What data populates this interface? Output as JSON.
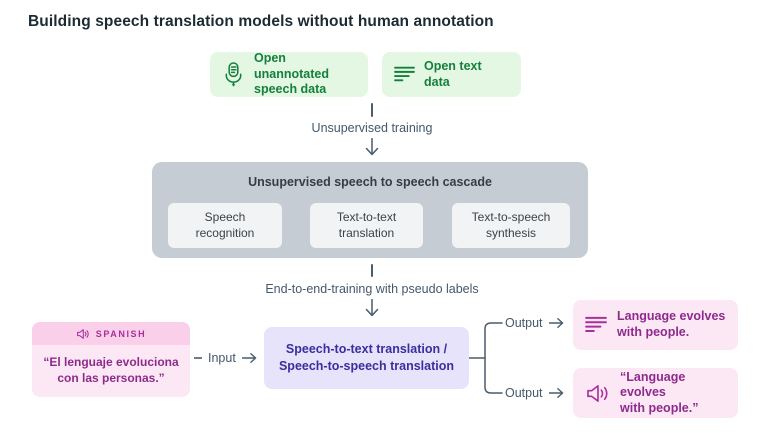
{
  "title": "Building speech translation models without human annotation",
  "colors": {
    "green_bg": "#e3f7e3",
    "green_text": "#14803c",
    "slate": "#4b5c6b",
    "gray_panel": "#c6ccd3",
    "stage_bg": "#f1f3f4",
    "purple_bg": "#e7e3fb",
    "purple_text": "#3b2e9d",
    "pink_bg": "#fce8f5",
    "pink_header_bg": "#f9cfe9",
    "magenta_text": "#8d2b8d",
    "magenta_icon": "#a7309c"
  },
  "top_inputs": [
    {
      "icon": "microphone-icon",
      "label": "Open unannotated\nspeech data"
    },
    {
      "icon": "text-lines-icon",
      "label": "Open text data"
    }
  ],
  "flow": {
    "step1_label": "Unsupervised training",
    "cascade": {
      "title": "Unsupervised speech to speech cascade",
      "stages": [
        "Speech\nrecognition",
        "Text-to-text\ntranslation",
        "Text-to-speech\nsynthesis"
      ]
    },
    "step2_label": "End-to-end-training with pseudo labels"
  },
  "bottom": {
    "input_card": {
      "icon": "speaker-icon",
      "language_label": "SPANISH",
      "quote": "“El lenguaje evoluciona\ncon las personas.”"
    },
    "input_label": "Input",
    "model_box": "Speech-to-text translation /\nSpeech-to-speech translation",
    "outputs": [
      {
        "label": "Output",
        "icon": "text-lines-icon",
        "text": "Language evolves\nwith people."
      },
      {
        "label": "Output",
        "icon": "speaker-icon",
        "text": "“Language evolves\nwith people.”"
      }
    ]
  }
}
